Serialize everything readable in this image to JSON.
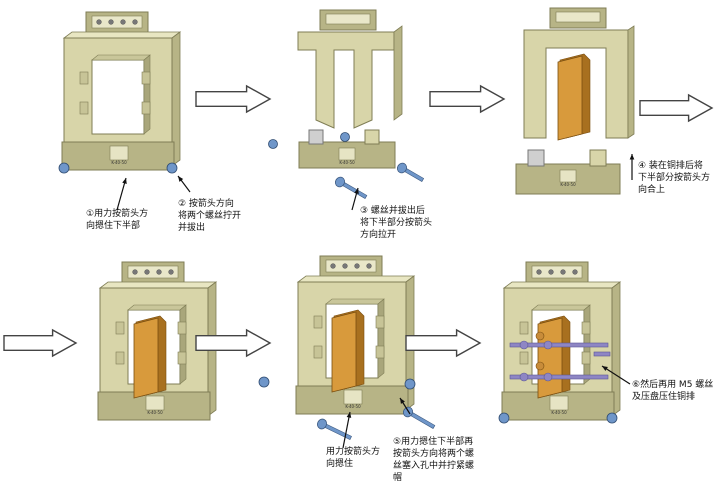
{
  "diagram": {
    "steps": [
      {
        "id": "step-1",
        "text": "①用力按箭头方\n向摁住下半部"
      },
      {
        "id": "step-2",
        "text": "② 按箭头方向\n将两个螺丝拧开\n并拔出"
      },
      {
        "id": "step-3",
        "text": "③ 螺丝并拔出后\n将下半部分按箭头\n方向拉开"
      },
      {
        "id": "step-4",
        "text": "④ 装在铜排后将\n下半部分按箭头方\n向合上"
      },
      {
        "id": "step-5a",
        "text": "用力按箭头方\n向摁住"
      },
      {
        "id": "step-5b",
        "text": "⑤用力摁住下半部再\n按箭头方向将两个螺\n丝塞入孔中并拧紧螺\n帽"
      },
      {
        "id": "step-6",
        "text": "⑥然后再用 M5 螺丝\n及压盘压住铜排"
      }
    ],
    "model_label": "K-40-50",
    "colors": {
      "housing": "#d8d5a9",
      "housing_dark": "#b7b486",
      "housing_edge": "#7f7d55",
      "copper_bar": "#d89a3c",
      "copper_dark": "#a8701f",
      "bolt_blue": "#6f96c9",
      "bolt_purple": "#8e86c4",
      "screw_gray": "#9aa0a6",
      "arrow_fill": "#ffffff",
      "arrow_stroke": "#444444"
    }
  }
}
